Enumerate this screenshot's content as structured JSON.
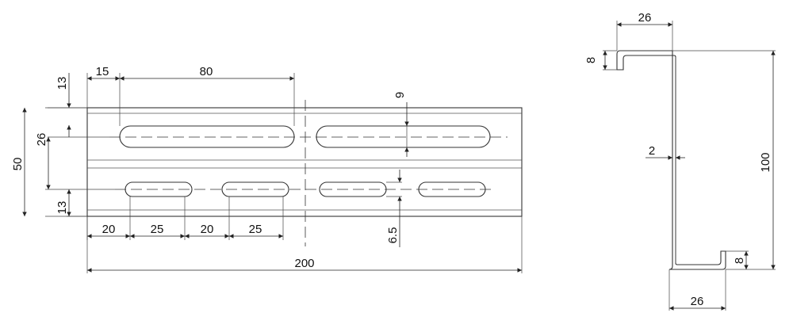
{
  "drawing": {
    "front_view": {
      "overall_length": "200",
      "overall_height": "50",
      "top_slot_offset": "13",
      "bottom_slot_offset": "13",
      "slot_row_spacing": "26",
      "upper_slot_start": "15",
      "upper_slot_length": "80",
      "upper_slot_width": "9",
      "lower_slot_width": "6.5",
      "lower_gap_1": "20",
      "lower_slot_1": "25",
      "lower_gap_2": "20",
      "lower_slot_2": "25"
    },
    "section_view": {
      "top_flange_width": "26",
      "top_lip_height": "8",
      "web_height": "100",
      "thickness": "2",
      "bottom_lip_height": "8",
      "bottom_flange_width": "26"
    }
  }
}
